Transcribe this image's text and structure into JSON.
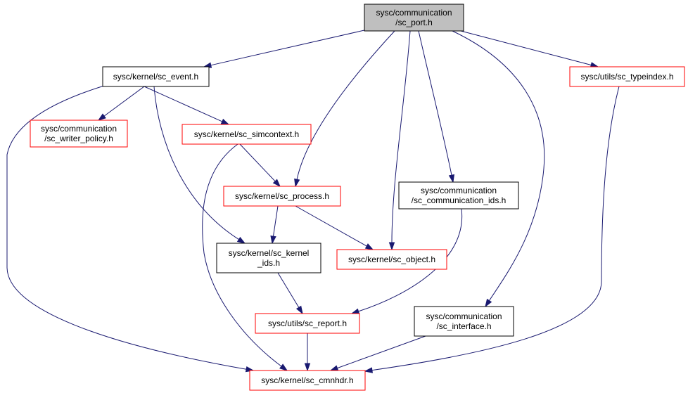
{
  "colors": {
    "edge": "#191970",
    "border_black": "#000000",
    "border_red": "#ff0000",
    "fill_root": "#bfbfbf",
    "fill_default": "#ffffff"
  },
  "nodes": [
    {
      "id": "sc_port",
      "lines": [
        "sysc/communication",
        "/sc_port.h"
      ],
      "style": "root"
    },
    {
      "id": "sc_event",
      "lines": [
        "sysc/kernel/sc_event.h"
      ],
      "style": "black"
    },
    {
      "id": "sc_typeindex",
      "lines": [
        "sysc/utils/sc_typeindex.h"
      ],
      "style": "red"
    },
    {
      "id": "sc_writer_policy",
      "lines": [
        "sysc/communication",
        "/sc_writer_policy.h"
      ],
      "style": "red"
    },
    {
      "id": "sc_simcontext",
      "lines": [
        "sysc/kernel/sc_simcontext.h"
      ],
      "style": "red"
    },
    {
      "id": "sc_process",
      "lines": [
        "sysc/kernel/sc_process.h"
      ],
      "style": "red"
    },
    {
      "id": "sc_communication_ids",
      "lines": [
        "sysc/communication",
        "/sc_communication_ids.h"
      ],
      "style": "black"
    },
    {
      "id": "sc_kernel_ids",
      "lines": [
        "sysc/kernel/sc_kernel",
        "_ids.h"
      ],
      "style": "black"
    },
    {
      "id": "sc_object",
      "lines": [
        "sysc/kernel/sc_object.h"
      ],
      "style": "red"
    },
    {
      "id": "sc_interface",
      "lines": [
        "sysc/communication",
        "/sc_interface.h"
      ],
      "style": "black"
    },
    {
      "id": "sc_report",
      "lines": [
        "sysc/utils/sc_report.h"
      ],
      "style": "red"
    },
    {
      "id": "sc_cmnhdr",
      "lines": [
        "sysc/kernel/sc_cmnhdr.h"
      ],
      "style": "red"
    }
  ],
  "edges": [
    {
      "from": "sc_port",
      "to": "sc_event"
    },
    {
      "from": "sc_port",
      "to": "sc_process"
    },
    {
      "from": "sc_port",
      "to": "sc_object"
    },
    {
      "from": "sc_port",
      "to": "sc_communication_ids"
    },
    {
      "from": "sc_port",
      "to": "sc_interface"
    },
    {
      "from": "sc_port",
      "to": "sc_typeindex"
    },
    {
      "from": "sc_event",
      "to": "sc_writer_policy"
    },
    {
      "from": "sc_event",
      "to": "sc_simcontext"
    },
    {
      "from": "sc_event",
      "to": "sc_kernel_ids"
    },
    {
      "from": "sc_event",
      "to": "sc_cmnhdr"
    },
    {
      "from": "sc_simcontext",
      "to": "sc_process"
    },
    {
      "from": "sc_simcontext",
      "to": "sc_cmnhdr"
    },
    {
      "from": "sc_process",
      "to": "sc_kernel_ids"
    },
    {
      "from": "sc_process",
      "to": "sc_object"
    },
    {
      "from": "sc_communication_ids",
      "to": "sc_report"
    },
    {
      "from": "sc_kernel_ids",
      "to": "sc_report"
    },
    {
      "from": "sc_report",
      "to": "sc_cmnhdr"
    },
    {
      "from": "sc_interface",
      "to": "sc_cmnhdr"
    },
    {
      "from": "sc_typeindex",
      "to": "sc_cmnhdr"
    }
  ]
}
